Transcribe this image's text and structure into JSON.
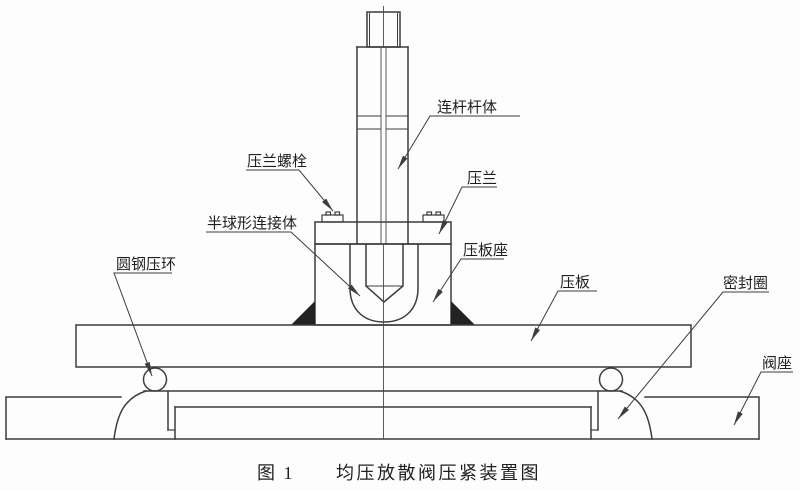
{
  "figure": {
    "caption": {
      "number": "图 1",
      "title": "均压放散阀压紧装置图"
    },
    "labels": {
      "rod_body": "连杆杆体",
      "gland_bolt": "压兰螺栓",
      "gland": "压兰",
      "hemispherical_connector": "半球形连接体",
      "plate_seat": "压板座",
      "round_steel_ring": "圆钢压环",
      "pressure_plate": "压板",
      "seal_ring": "密封圈",
      "valve_seat": "阀座"
    }
  },
  "colors": {
    "line": "#3d3d3d",
    "text": "#1f1f1f",
    "background": "#fdfdfd"
  }
}
